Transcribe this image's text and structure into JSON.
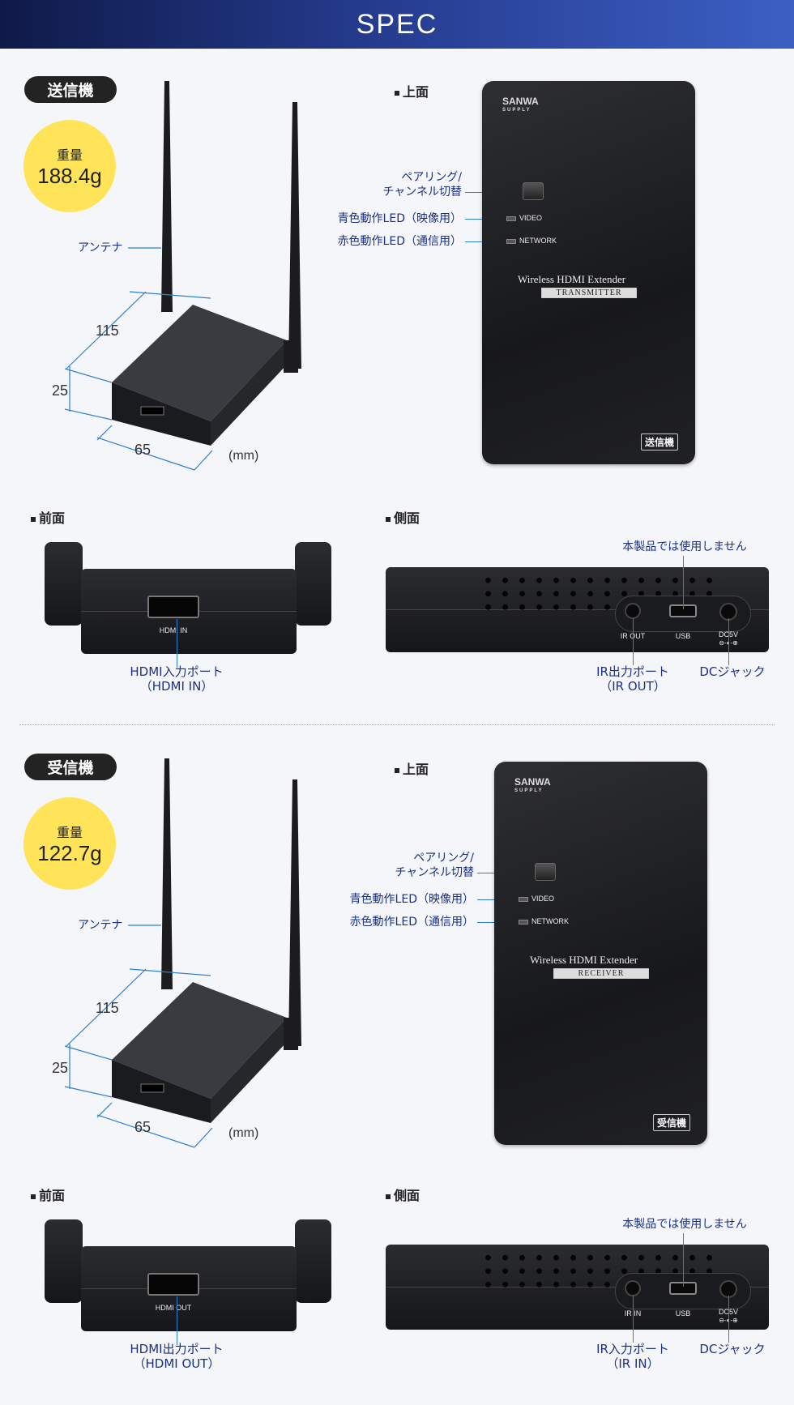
{
  "header": {
    "title": "SPEC"
  },
  "sections": [
    {
      "unit": "送信機",
      "weight_label": "重量",
      "weight": "188.4g",
      "antenna": "アンテナ",
      "dims": {
        "depth": "115",
        "height": "25",
        "width": "65",
        "unit": "(mm)"
      },
      "views": {
        "top": "上面",
        "front": "前面",
        "side": "側面"
      },
      "top": {
        "pairing": [
          "ペアリング/",
          "チャンネル切替"
        ],
        "blue_led": "青色動作LED（映像用）",
        "red_led": "赤色動作LED（通信用）",
        "video": "VIDEO",
        "network": "NETWORK",
        "brand": "SANWA",
        "brand_sub": "SUPPLY",
        "product": "Wireless HDMI Extender",
        "mode": "TRANSMITTER",
        "badge": "送信機"
      },
      "front": {
        "port_print": "HDMI IN",
        "port_label": [
          "HDMI入力ポート",
          "（HDMI IN）"
        ]
      },
      "side": {
        "unused": "本製品では使用しません",
        "ir_print": "IR OUT",
        "usb_print": "USB",
        "dc_print": "DC5V",
        "dc_symbol": "⊖-◐-⊕",
        "ir_label": [
          "IR出力ポート",
          "（IR OUT）"
        ],
        "dc_label": "DCジャック"
      }
    },
    {
      "unit": "受信機",
      "weight_label": "重量",
      "weight": "122.7g",
      "antenna": "アンテナ",
      "dims": {
        "depth": "115",
        "height": "25",
        "width": "65",
        "unit": "(mm)"
      },
      "views": {
        "top": "上面",
        "front": "前面",
        "side": "側面"
      },
      "top": {
        "pairing": [
          "ペアリング/",
          "チャンネル切替"
        ],
        "blue_led": "青色動作LED（映像用）",
        "red_led": "赤色動作LED（通信用）",
        "video": "VIDEO",
        "network": "NETWORK",
        "brand": "SANWA",
        "brand_sub": "SUPPLY",
        "product": "Wireless HDMI Extender",
        "mode": "RECEIVER",
        "badge": "受信機"
      },
      "front": {
        "port_print": "HDMI OUT",
        "port_label": [
          "HDMI出力ポート",
          "（HDMI OUT）"
        ]
      },
      "side": {
        "unused": "本製品では使用しません",
        "ir_print": "IR IN",
        "usb_print": "USB",
        "dc_print": "DC5V",
        "dc_symbol": "⊖-◐-⊕",
        "ir_label": [
          "IR入力ポート",
          "（IR IN）"
        ],
        "dc_label": "DCジャック"
      }
    }
  ]
}
